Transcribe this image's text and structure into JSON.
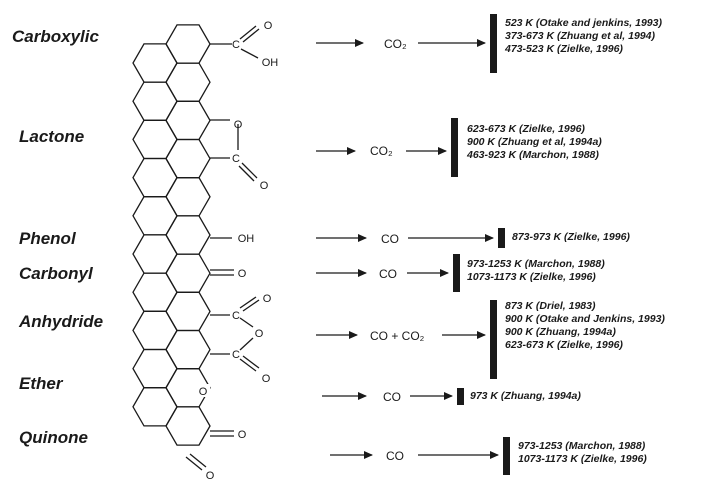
{
  "groups": [
    {
      "name": "Carboxylic",
      "substituent": {
        "carbon": "C",
        "top": "O",
        "bottom": "OH"
      },
      "gas": "CO₂",
      "refs": [
        "523 K (Otake and jenkins, 1993)",
        "373-673 K (Zhuang et al, 1994)",
        "473-523 K (Zielke, 1996)"
      ]
    },
    {
      "name": "Lactone",
      "substituent": {
        "ring_oxygen": "O",
        "carbon": "C",
        "exo": "O"
      },
      "gas": "CO₂",
      "refs": [
        "623-673 K (Zielke, 1996)",
        "900 K (Zhuang et al, 1994a)",
        "463-923 K (Marchon, 1988)"
      ]
    },
    {
      "name": "Phenol",
      "substituent": {
        "group": "OH"
      },
      "gas": "CO",
      "refs": [
        "873-973 K (Zielke, 1996)"
      ]
    },
    {
      "name": "Carbonyl",
      "substituent": {
        "exo": "O"
      },
      "gas": "CO",
      "refs": [
        "973-1253 K (Marchon, 1988)",
        "1073-1173 K (Zielke, 1996)"
      ]
    },
    {
      "name": "Anhydride",
      "substituent": {
        "carbon_top": "C",
        "exo_top": "O",
        "ring_oxygen": "O",
        "carbon_bottom": "C",
        "exo_bottom": "O"
      },
      "gas": "CO + CO₂",
      "refs": [
        "873 K (Driel, 1983)",
        "900 K (Otake and Jenkins, 1993)",
        "900 K (Zhuang, 1994a)",
        "623-673 K (Zielke, 1996)"
      ]
    },
    {
      "name": "Ether",
      "substituent": {
        "ring_oxygen": "O"
      },
      "gas": "CO",
      "refs": [
        "973 K (Zhuang, 1994a)"
      ]
    },
    {
      "name": "Quinone",
      "substituent": {
        "exo_top": "O",
        "exo_bottom": "O"
      },
      "gas": "CO",
      "refs": [
        "973-1253 (Marchon, 1988)",
        "1073-1173 K (Zielke, 1996)"
      ]
    }
  ],
  "colors": {
    "ink": "#1a1a1a",
    "background": "#ffffff"
  }
}
